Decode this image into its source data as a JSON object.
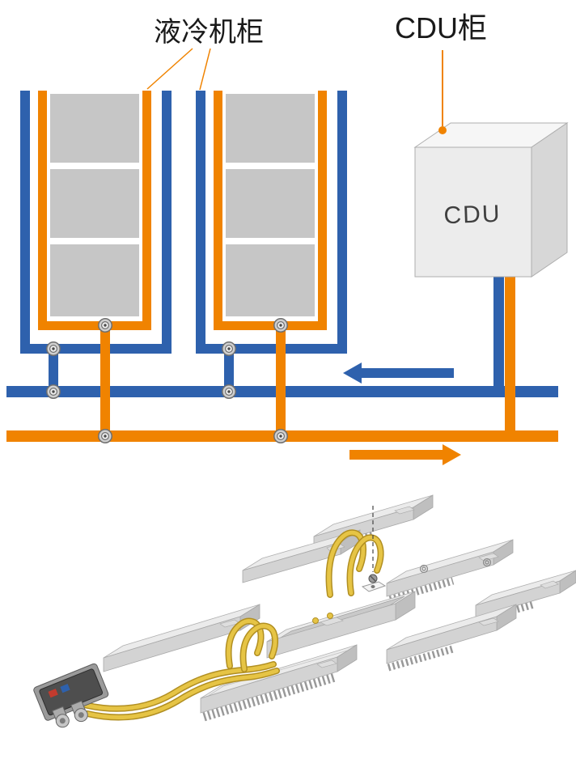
{
  "labels": {
    "cabinet": "液冷机柜",
    "cdu_cabinet": "CDU柜",
    "cdu_box": "CDU"
  },
  "colors": {
    "blue": "#2e61ad",
    "orange": "#f08300",
    "gray-fill": "#c6c6c6",
    "box-front": "#ececec",
    "box-top": "#f6f6f6",
    "box-side": "#d7d7d7",
    "edge": "#aeaeae",
    "tube-yellow": "#e6c445",
    "tube-edge": "#b18f22",
    "module-top": "#ebebeb",
    "module-front": "#d3d3d3",
    "module-side": "#bfbfbf",
    "fin": "#999999",
    "label-ink": "#1a1a1a",
    "valve-outer": "#cfcfcf",
    "valve-ring": "#6f6f6f"
  }
}
